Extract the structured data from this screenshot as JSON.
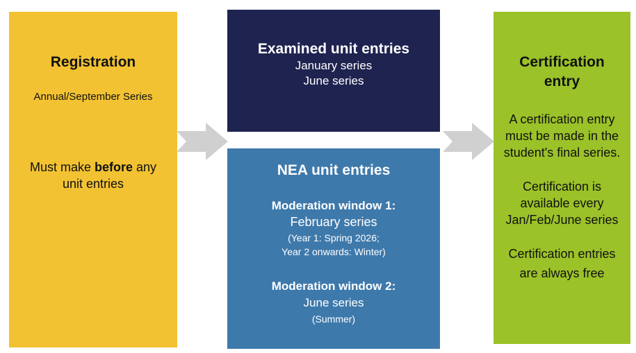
{
  "colors": {
    "registration_bg": "#F2C232",
    "examined_bg": "#1F2350",
    "nea_bg": "#3E79AB",
    "certification_bg": "#9BC228",
    "arrow": "#D0D0D0"
  },
  "registration": {
    "title": "Registration",
    "series": "Annual/September Series",
    "note_prefix": "Must make ",
    "note_bold": "before",
    "note_suffix_line1": " any",
    "note_line2": "unit entries"
  },
  "examined": {
    "title": "Examined unit entries",
    "line1": "January series",
    "line2": "June series"
  },
  "nea": {
    "title": "NEA unit entries",
    "window1_title": "Moderation window 1:",
    "window1_series": "February series",
    "window1_note_line1": "(Year 1: Spring 2026;",
    "window1_note_line2": "Year 2 onwards: Winter)",
    "window2_title": "Moderation window 2:",
    "window2_series": "June series",
    "window2_note": "(Summer)"
  },
  "certification": {
    "title_line1": "Certification",
    "title_line2": "entry",
    "para1_line1": "A certification entry",
    "para1_line2": "must be made in the",
    "para1_line3": "student's final series.",
    "para2_line1": "Certification is",
    "para2_line2": "available every",
    "para2_line3": "Jan/Feb/June series",
    "para3_line1": "Certification entries",
    "para3_line2": "are always free"
  }
}
